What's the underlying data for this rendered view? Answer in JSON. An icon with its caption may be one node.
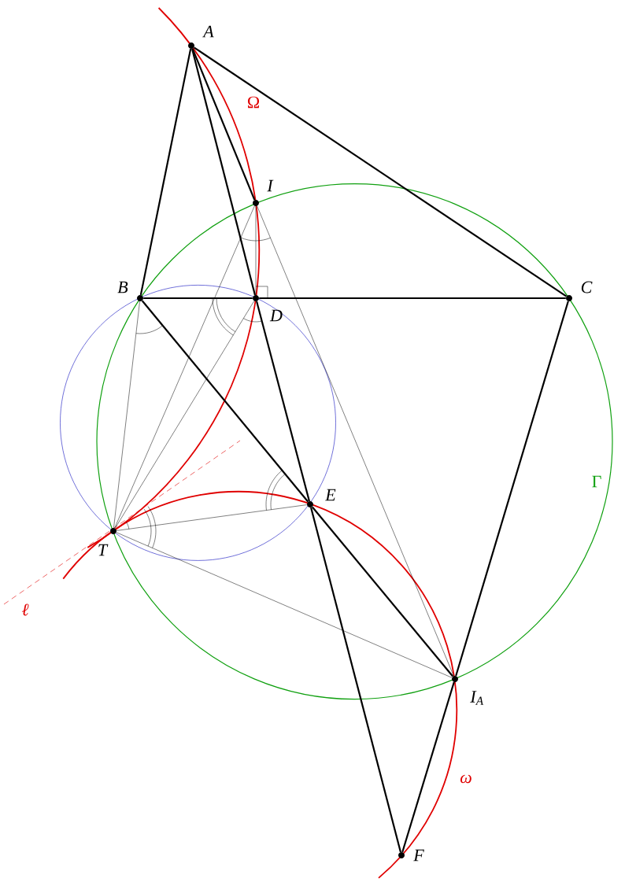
{
  "diagram": {
    "nodes": [
      {
        "text": [
          "A"
        ]
      },
      {
        "text": [
          "I"
        ]
      },
      {
        "text": [
          "B"
        ]
      },
      {
        "text": [
          "D"
        ]
      },
      {
        "text": [
          "C"
        ]
      },
      {
        "text": [
          "E"
        ]
      },
      {
        "text": [
          "T"
        ]
      },
      {
        "text": [
          "I$_{A}$"
        ]
      },
      {
        "text": [
          "F"
        ]
      }
    ],
    "edges": [
      {
        "from": 0,
        "to": 2,
        "arrow": "none"
      },
      {
        "from": 0,
        "to": 4,
        "arrow": "none"
      },
      {
        "from": 2,
        "to": 3,
        "arrow": "none"
      },
      {
        "from": 3,
        "to": 4,
        "arrow": "none"
      },
      {
        "from": 0,
        "to": 1,
        "arrow": "none"
      },
      {
        "from": 0,
        "to": 3,
        "arrow": "none"
      },
      {
        "from": 3,
        "to": 5,
        "arrow": "none"
      },
      {
        "from": 5,
        "to": 8,
        "arrow": "none"
      },
      {
        "from": 2,
        "to": 5,
        "arrow": "none"
      },
      {
        "from": 5,
        "to": 7,
        "arrow": "none"
      },
      {
        "from": 4,
        "to": 7,
        "arrow": "none"
      },
      {
        "from": 7,
        "to": 8,
        "arrow": "none"
      },
      {
        "from": 1,
        "to": 3,
        "arrow": "none"
      },
      {
        "from": 1,
        "to": 7,
        "arrow": "none"
      },
      {
        "from": 1,
        "to": 6,
        "arrow": "none"
      },
      {
        "from": 3,
        "to": 6,
        "arrow": "none"
      },
      {
        "from": 2,
        "to": 6,
        "arrow": "none"
      },
      {
        "from": 6,
        "to": 5,
        "arrow": "none"
      },
      {
        "from": 6,
        "to": 7,
        "arrow": "none"
      }
    ],
    "labels": [
      "Ω",
      "Γ",
      "ω",
      "ℓ"
    ]
  }
}
